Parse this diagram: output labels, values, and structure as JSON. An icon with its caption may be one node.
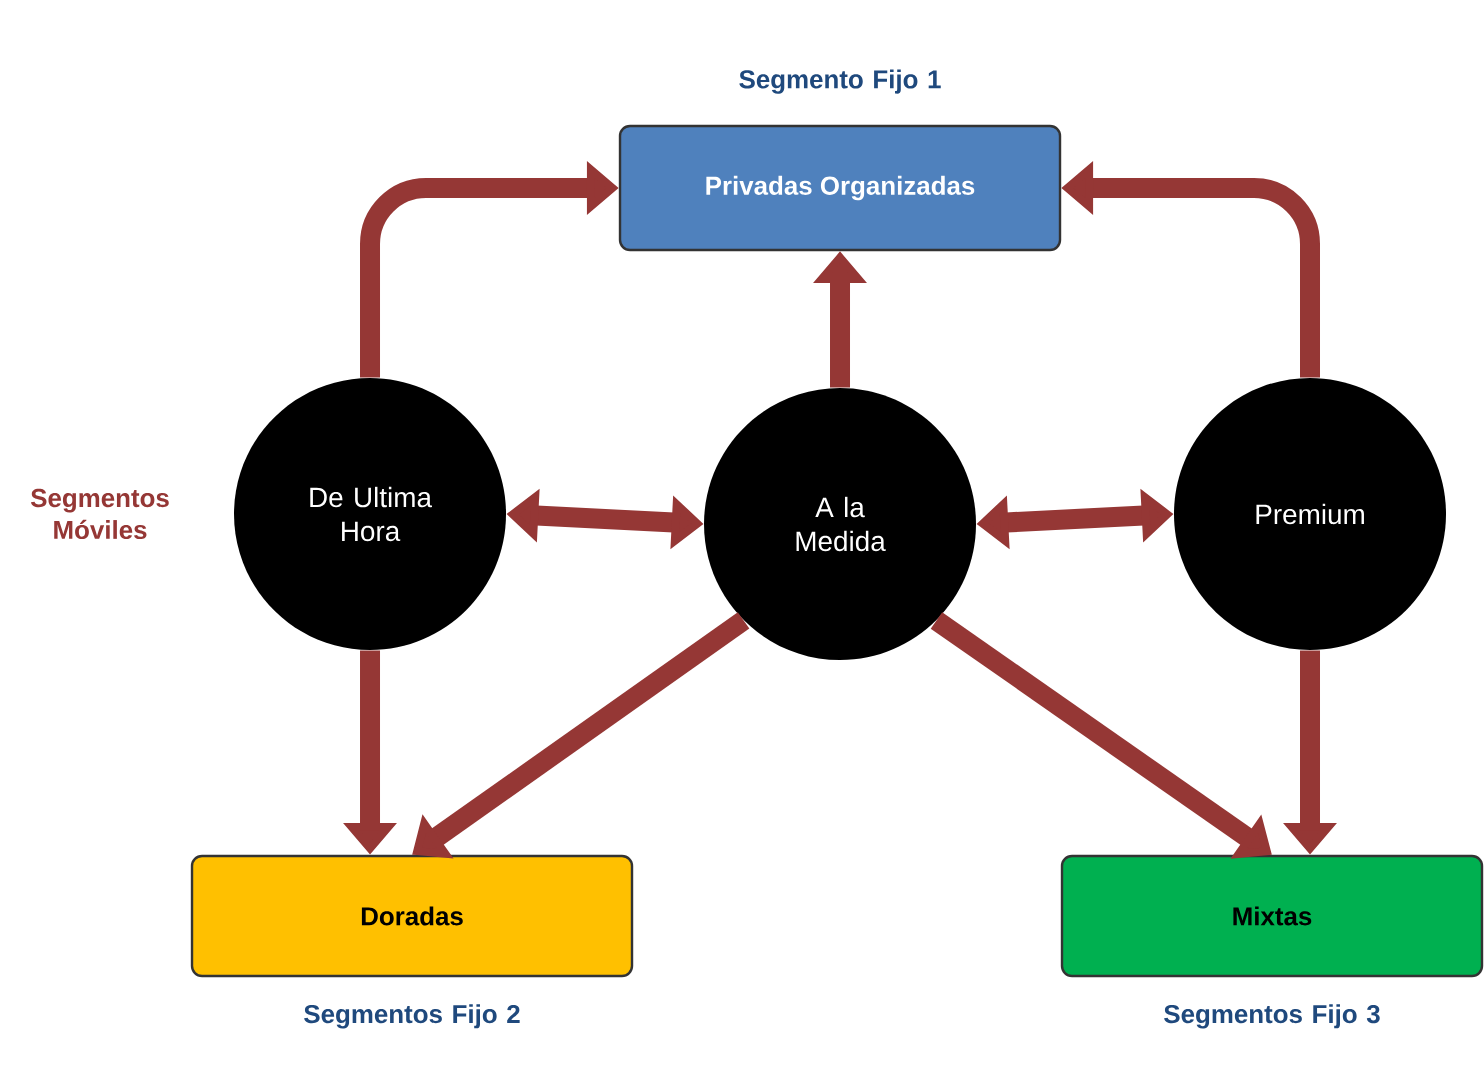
{
  "diagram": {
    "nodes": [
      {
        "text": [
          "Privadas Organizadas"
        ],
        "beside": [
          "Segmento Fijo 1"
        ]
      },
      {
        "text": [
          "De Ultima Hora"
        ]
      },
      {
        "text": [
          "A la Medida"
        ]
      },
      {
        "text": [
          "Premium"
        ]
      },
      {
        "text": [
          "Doradas"
        ],
        "beside": [
          "Segmentos Fijo 2"
        ]
      },
      {
        "text": [
          "Mixtas"
        ],
        "beside": [
          "Segmentos Fijo 3"
        ]
      }
    ],
    "edges": [
      {
        "from": 1,
        "to": 0,
        "arrow": "to"
      },
      {
        "from": 2,
        "to": 0,
        "arrow": "to"
      },
      {
        "from": 3,
        "to": 0,
        "arrow": "to"
      },
      {
        "from": 1,
        "to": 2,
        "arrow": "both"
      },
      {
        "from": 2,
        "to": 3,
        "arrow": "both"
      },
      {
        "from": 1,
        "to": 4,
        "arrow": "to"
      },
      {
        "from": 2,
        "to": 4,
        "arrow": "to"
      },
      {
        "from": 2,
        "to": 5,
        "arrow": "to"
      },
      {
        "from": 3,
        "to": 5,
        "arrow": "to"
      }
    ],
    "labels": [
      "Segmentos Móviles"
    ]
  }
}
